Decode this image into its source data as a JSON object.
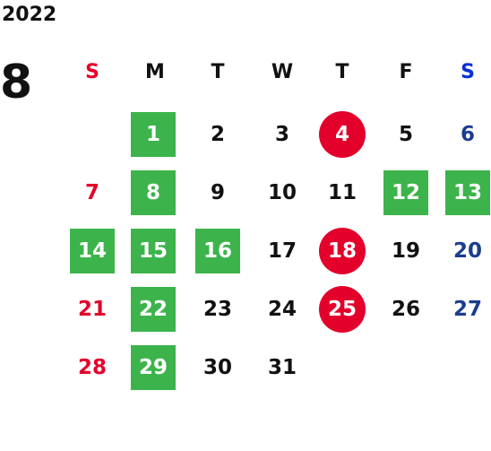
{
  "calendar": {
    "year": "2022",
    "month": "8",
    "weekdays": [
      "S",
      "M",
      "T",
      "W",
      "T",
      "F",
      "S"
    ],
    "colors": {
      "green_highlight": "#3cb44b",
      "red_circle": "#e3002b",
      "sunday_text": "#e3002b",
      "saturday_text": "#1a3d8f",
      "default_text": "#111111"
    },
    "weeks": [
      [
        {
          "day": ""
        },
        {
          "day": "1",
          "style": "green"
        },
        {
          "day": "2",
          "style": "plain"
        },
        {
          "day": "3",
          "style": "plain"
        },
        {
          "day": "4",
          "style": "circle"
        },
        {
          "day": "5",
          "style": "plain"
        },
        {
          "day": "6",
          "style": "plain"
        }
      ],
      [
        {
          "day": "7",
          "style": "plain"
        },
        {
          "day": "8",
          "style": "green"
        },
        {
          "day": "9",
          "style": "plain"
        },
        {
          "day": "10",
          "style": "plain"
        },
        {
          "day": "11",
          "style": "plain"
        },
        {
          "day": "12",
          "style": "green"
        },
        {
          "day": "13",
          "style": "green"
        }
      ],
      [
        {
          "day": "14",
          "style": "green"
        },
        {
          "day": "15",
          "style": "green"
        },
        {
          "day": "16",
          "style": "green"
        },
        {
          "day": "17",
          "style": "plain"
        },
        {
          "day": "18",
          "style": "circle"
        },
        {
          "day": "19",
          "style": "plain"
        },
        {
          "day": "20",
          "style": "plain"
        }
      ],
      [
        {
          "day": "21",
          "style": "plain"
        },
        {
          "day": "22",
          "style": "green"
        },
        {
          "day": "23",
          "style": "plain"
        },
        {
          "day": "24",
          "style": "plain"
        },
        {
          "day": "25",
          "style": "circle"
        },
        {
          "day": "26",
          "style": "plain"
        },
        {
          "day": "27",
          "style": "plain"
        }
      ],
      [
        {
          "day": "28",
          "style": "plain"
        },
        {
          "day": "29",
          "style": "green"
        },
        {
          "day": "30",
          "style": "plain"
        },
        {
          "day": "31",
          "style": "plain"
        },
        {
          "day": ""
        },
        {
          "day": ""
        },
        {
          "day": ""
        }
      ]
    ]
  }
}
